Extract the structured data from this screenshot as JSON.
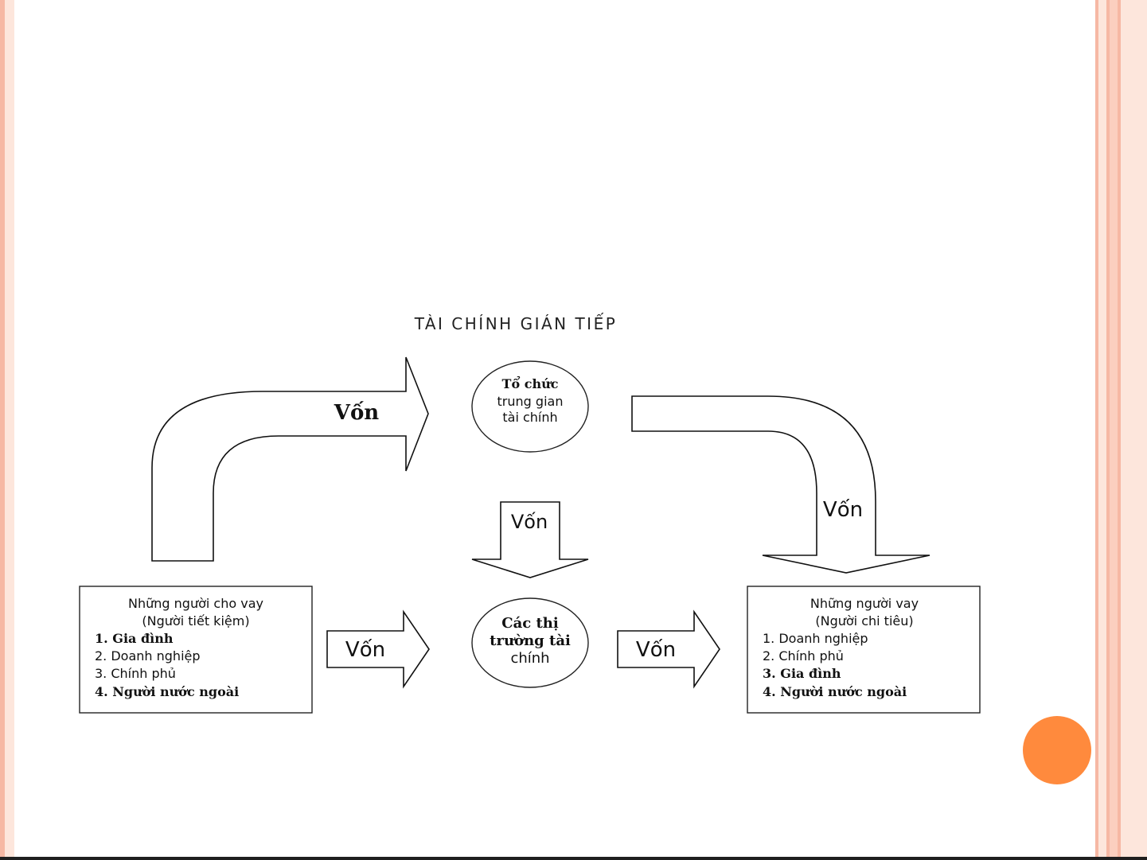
{
  "title": "TÀI CHÍNH GIÁN TIẾP",
  "flow_label": "Vốn",
  "intermediary": {
    "lines": [
      "Tổ chức",
      "trung gian",
      "tài chính"
    ]
  },
  "market": {
    "lines": [
      "Các thị",
      "trường tài",
      "chính"
    ]
  },
  "lenders": {
    "heading": "Những người cho vay",
    "subheading": "(Người tiết kiệm)",
    "items": [
      "1. Gia đình",
      "2. Doanh nghiệp",
      "3. Chính phủ",
      "4. Người nước ngoài"
    ]
  },
  "borrowers": {
    "heading": "Những người vay",
    "subheading": "(Người chi tiêu)",
    "items": [
      "1. Doanh nghiệp",
      "2. Chính phủ",
      "3. Gia đình",
      "4. Người nước ngoài"
    ]
  },
  "colors": {
    "border_pink": "#f6b8a4",
    "border_light": "#fbd9cc",
    "accent_orange": "#ff8a3d"
  },
  "icons": {
    "decor": "orange-circle"
  }
}
